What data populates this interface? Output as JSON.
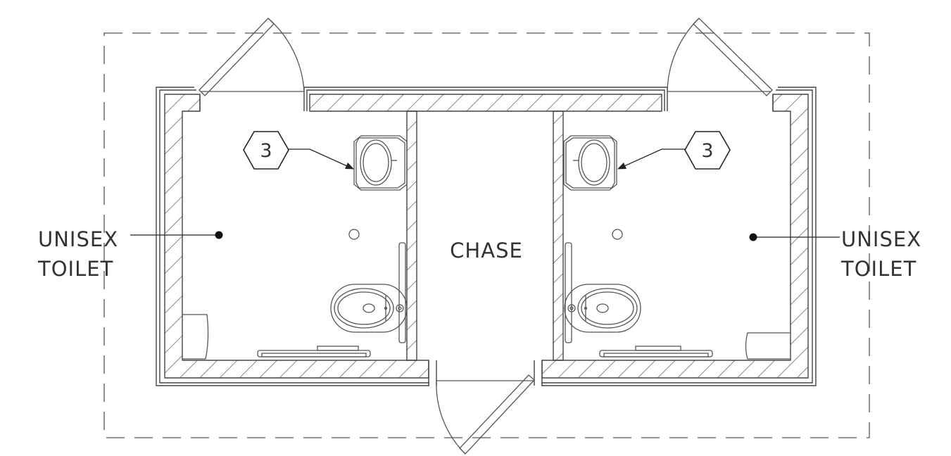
{
  "colors": {
    "line": "#444444",
    "hatch": "#555555",
    "background": "#ffffff"
  },
  "rooms": {
    "left": {
      "line1": "UNISEX",
      "line2": "TOILET"
    },
    "right": {
      "line1": "UNISEX",
      "line2": "TOILET"
    },
    "center": {
      "label": "CHASE"
    }
  },
  "tags": {
    "left": "3",
    "right": "3"
  }
}
